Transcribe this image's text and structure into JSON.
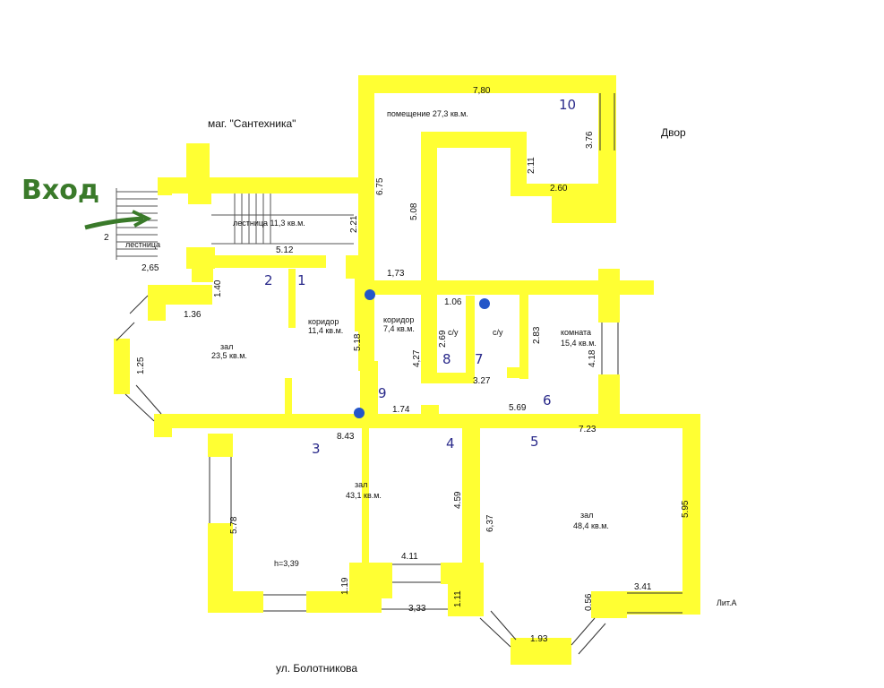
{
  "labels": {
    "entrance": "Вход",
    "shop": "маг. \"Сантехника\"",
    "yard": "Двор",
    "street": "ул. Болотникова",
    "lit": "Лит.А",
    "height": "h=3,39"
  },
  "rooms": {
    "r10_a": "помещение 27,3 кв.м.",
    "stair_a": "лестница 11,3 кв.м.",
    "stair_b": "лестница",
    "corr1_a": "коридор",
    "corr1_b": "11,4 кв.м.",
    "corr2_a": "коридор",
    "corr2_b": "7,4 кв.м.",
    "wc1": "с/у",
    "wc2": "с/у",
    "room6_a": "комната",
    "room6_b": "15,4 кв.м.",
    "hall1_a": "зал",
    "hall1_b": "23,5 кв.м.",
    "hall3_a": "зал",
    "hall3_b": "43,1 кв.м.",
    "hall5_a": "зал",
    "hall5_b": "48,4 кв.м."
  },
  "numbers": {
    "n1": "1",
    "n2": "2",
    "n3": "3",
    "n4": "4",
    "n5": "5",
    "n6": "6",
    "n7": "7",
    "n8": "8",
    "n9": "9",
    "n10": "10"
  },
  "dims": {
    "d780": "7,80",
    "d376": "3.76",
    "d211": "2.11",
    "d260": "2.60",
    "d675": "6.75",
    "d508": "5.08",
    "d221": "2.21",
    "d512": "5.12",
    "d265": "2,65",
    "d2": "2",
    "d140": "1.40",
    "d136": "1.36",
    "d125": "1.25",
    "d173": "1,73",
    "d106": "1.06",
    "d269": "2.69",
    "d283": "2.83",
    "d427": "4,27",
    "d327": "3.27",
    "d418": "4.18",
    "d518": "5.18",
    "d174": "1.74",
    "d569": "5.69",
    "d843": "8.43",
    "d723": "7.23",
    "d578": "5.78",
    "d459": "4.59",
    "d637": "6,37",
    "d595": "5.95",
    "d411": "4.11",
    "d119": "1.19",
    "d111": "1.11",
    "d333": "3,33",
    "d056": "0.56",
    "d341": "3.41",
    "d193": "1.93"
  }
}
